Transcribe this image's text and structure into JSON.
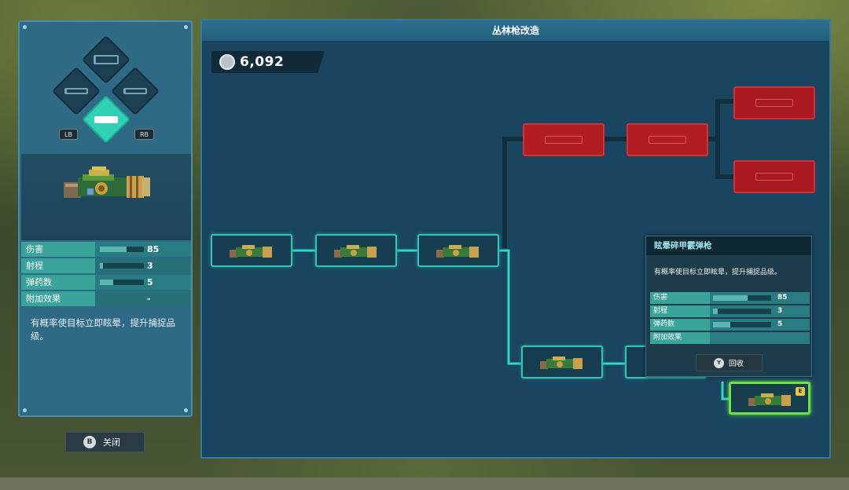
{
  "weapon_selector": {
    "left_shoulder": "LB",
    "right_shoulder": "RB",
    "weapons": [
      {
        "icon": "shotgun-icon",
        "active": false
      },
      {
        "icon": "rifle-icon",
        "active": false
      },
      {
        "icon": "sniper-icon",
        "active": false
      },
      {
        "icon": "jungle-gun-icon",
        "active": true
      }
    ]
  },
  "left_panel": {
    "stats": [
      {
        "name": "伤害",
        "value": "85",
        "fill": 0.6
      },
      {
        "name": "射程",
        "value": "3",
        "fill": 0.08
      },
      {
        "name": "弹药数",
        "value": "5",
        "fill": 0.3
      },
      {
        "name": "附加效果",
        "value": "-",
        "fill": null
      }
    ],
    "description": "有概率使目标立即眩晕，提升捕捉品级。",
    "close_button": {
      "glyph": "B",
      "label": "关闭"
    }
  },
  "main": {
    "title": "丛林枪改造",
    "currency": {
      "icon": "coin-icon",
      "value": "6,092"
    }
  },
  "tree": {
    "unlocked_color": "#32c5b5",
    "locked_color": "#b21d22",
    "selected_color": "#6ee04a",
    "selected_badge": "E"
  },
  "tooltip": {
    "title": "眩晕碎甲霰弹枪",
    "description": "有概率使目标立即眩晕，提升捕捉品级。",
    "stats": [
      {
        "name": "伤害",
        "value": "85",
        "fill": 0.6
      },
      {
        "name": "射程",
        "value": "3",
        "fill": 0.08
      },
      {
        "name": "弹药数",
        "value": "5",
        "fill": 0.3
      },
      {
        "name": "附加效果",
        "value": "",
        "fill": null
      }
    ],
    "recycle_button": {
      "glyph": "Y",
      "label": "回收"
    }
  }
}
